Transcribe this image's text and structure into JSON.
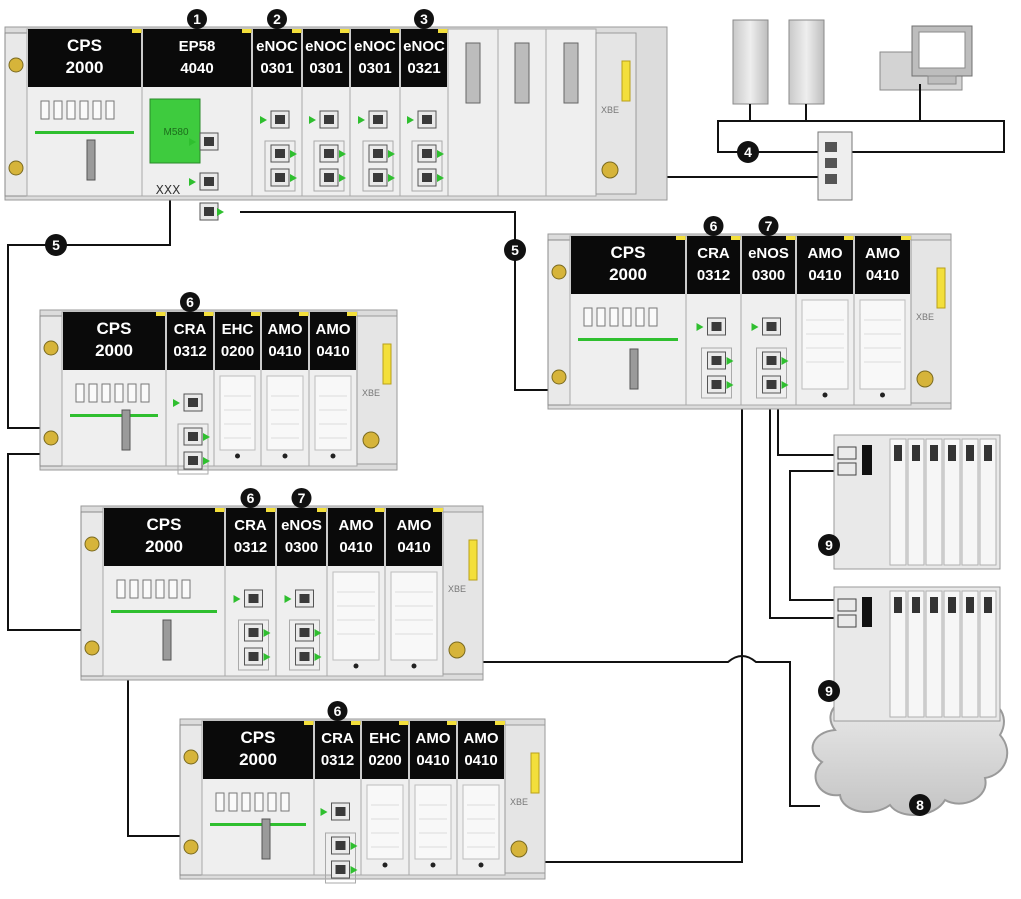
{
  "racks": [
    {
      "id": "local",
      "modules": [
        {
          "l1": "CPS",
          "l2": "2000"
        },
        {
          "l1": "EP58",
          "l2": "4040",
          "callout": "1"
        },
        {
          "l1": "eNOC",
          "l2": "0301",
          "callout": "2"
        },
        {
          "l1": "eNOC",
          "l2": "0301"
        },
        {
          "l1": "eNOC",
          "l2": "0301"
        },
        {
          "l1": "eNOC",
          "l2": "0321",
          "callout": "3"
        }
      ]
    },
    {
      "id": "drop-right",
      "modules": [
        {
          "l1": "CPS",
          "l2": "2000"
        },
        {
          "l1": "CRA",
          "l2": "0312",
          "callout": "6"
        },
        {
          "l1": "eNOS",
          "l2": "0300",
          "callout": "7"
        },
        {
          "l1": "AMO",
          "l2": "0410"
        },
        {
          "l1": "AMO",
          "l2": "0410"
        }
      ]
    },
    {
      "id": "drop-2",
      "modules": [
        {
          "l1": "CPS",
          "l2": "2000"
        },
        {
          "l1": "CRA",
          "l2": "0312",
          "callout": "6"
        },
        {
          "l1": "EHC",
          "l2": "0200"
        },
        {
          "l1": "AMO",
          "l2": "0410"
        },
        {
          "l1": "AMO",
          "l2": "0410"
        }
      ]
    },
    {
      "id": "drop-3",
      "modules": [
        {
          "l1": "CPS",
          "l2": "2000"
        },
        {
          "l1": "CRA",
          "l2": "0312",
          "callout": "6"
        },
        {
          "l1": "eNOS",
          "l2": "0300",
          "callout": "7"
        },
        {
          "l1": "AMO",
          "l2": "0410"
        },
        {
          "l1": "AMO",
          "l2": "0410"
        }
      ]
    },
    {
      "id": "drop-4",
      "modules": [
        {
          "l1": "CPS",
          "l2": "2000"
        },
        {
          "l1": "CRA",
          "l2": "0312",
          "callout": "6"
        },
        {
          "l1": "EHC",
          "l2": "0200"
        },
        {
          "l1": "AMO",
          "l2": "0410"
        },
        {
          "l1": "AMO",
          "l2": "0410"
        }
      ]
    }
  ],
  "callouts": {
    "ethernet_switch": "4",
    "ring_left": "5",
    "ring_right": "5",
    "cloud": "8",
    "io_island_1": "9",
    "io_island_2": "9"
  },
  "badges": {
    "cpu_card": "M580",
    "xbe": "XBE",
    "conn_strip": "ⅩⅩⅩ"
  },
  "colors": {
    "label_bg": "#0a0a0a",
    "label_text": "#ffffff",
    "accent_yellow": "#f3df3b",
    "led_green": "#2fbf2f",
    "cpu_card_green": "#3ecb3e",
    "rack_body": "#efefef",
    "cable": "#111111",
    "cloud_fill": "#d9d9d9"
  }
}
